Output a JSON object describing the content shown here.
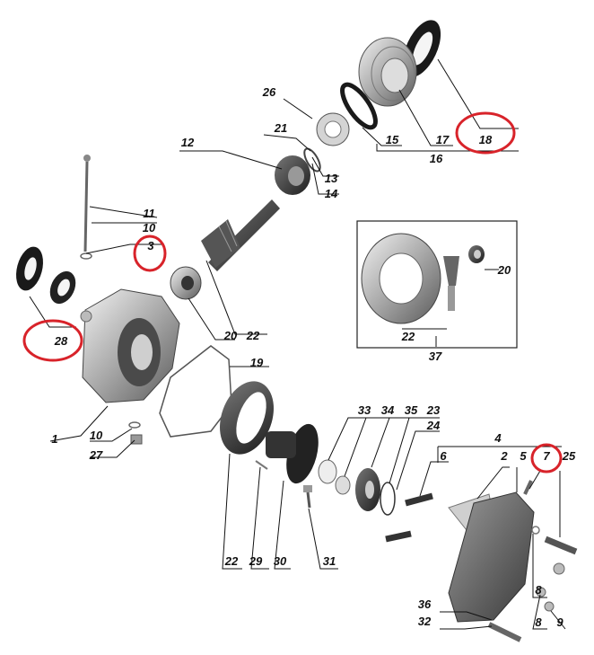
{
  "diagram": {
    "labels": {
      "l1": "1",
      "l2": "2",
      "l3": "3",
      "l4": "4",
      "l5": "5",
      "l6": "6",
      "l7": "7",
      "l8a": "8",
      "l8b": "8",
      "l9": "9",
      "l10a": "10",
      "l10b": "10",
      "l11": "11",
      "l12": "12",
      "l13": "13",
      "l14": "14",
      "l15": "15",
      "l16": "16",
      "l17": "17",
      "l18": "18",
      "l19": "19",
      "l20a": "20",
      "l20b": "20",
      "l21": "21",
      "l22a": "22",
      "l22b": "22",
      "l22c": "22",
      "l23": "23",
      "l24": "24",
      "l25": "25",
      "l26": "26",
      "l27": "27",
      "l28": "28",
      "l29": "29",
      "l30": "30",
      "l31": "31",
      "l32": "32",
      "l33": "33",
      "l34": "34",
      "l35": "35",
      "l36": "36",
      "l37": "37"
    },
    "highlight_color": "#d8232a"
  }
}
